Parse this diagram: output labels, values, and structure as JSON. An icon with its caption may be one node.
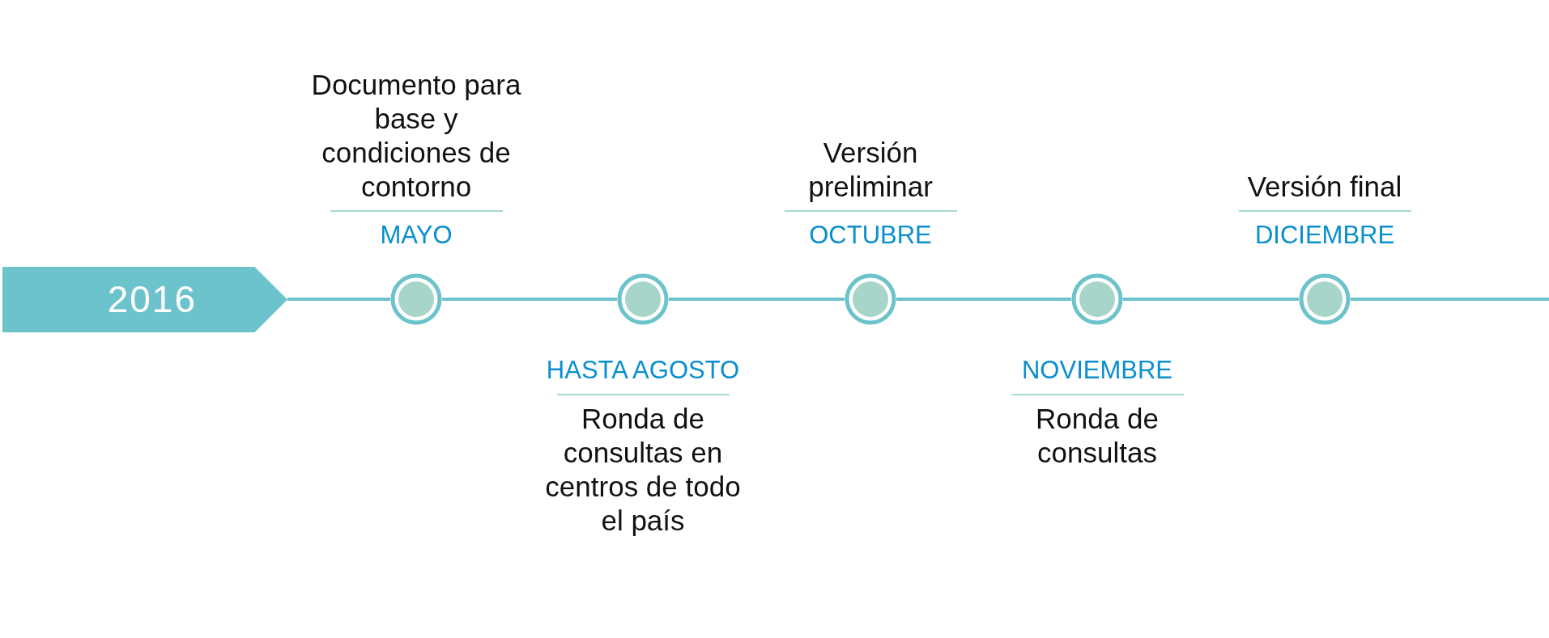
{
  "diagram": {
    "nodes": [
      {
        "text": [
          "2016"
        ]
      },
      {
        "text": [],
        "shape": "circle",
        "beside": [
          "Documento para base y condiciones de contorno",
          "MAYO"
        ]
      },
      {
        "text": [],
        "shape": "circle",
        "beside": [
          "HASTA AGOSTO",
          "Ronda de consultas en centros de todo el país"
        ]
      },
      {
        "text": [],
        "shape": "circle",
        "beside": [
          "Versión preliminar",
          "OCTUBRE"
        ]
      },
      {
        "text": [],
        "shape": "circle",
        "beside": [
          "NOVIEMBRE",
          "Ronda de consultas"
        ]
      },
      {
        "text": [],
        "shape": "circle",
        "beside": [
          "Versión final",
          "DICIEMBRE"
        ]
      }
    ],
    "edges": [
      {
        "from": 0,
        "to": 1,
        "arrow": "none"
      },
      {
        "from": 1,
        "to": 2,
        "arrow": "none"
      },
      {
        "from": 2,
        "to": 3,
        "arrow": "none"
      },
      {
        "from": 3,
        "to": 4,
        "arrow": "none"
      },
      {
        "from": 4,
        "to": 5,
        "arrow": "none"
      },
      {
        "from": 5,
        "to": null,
        "arrow": "none"
      }
    ]
  }
}
